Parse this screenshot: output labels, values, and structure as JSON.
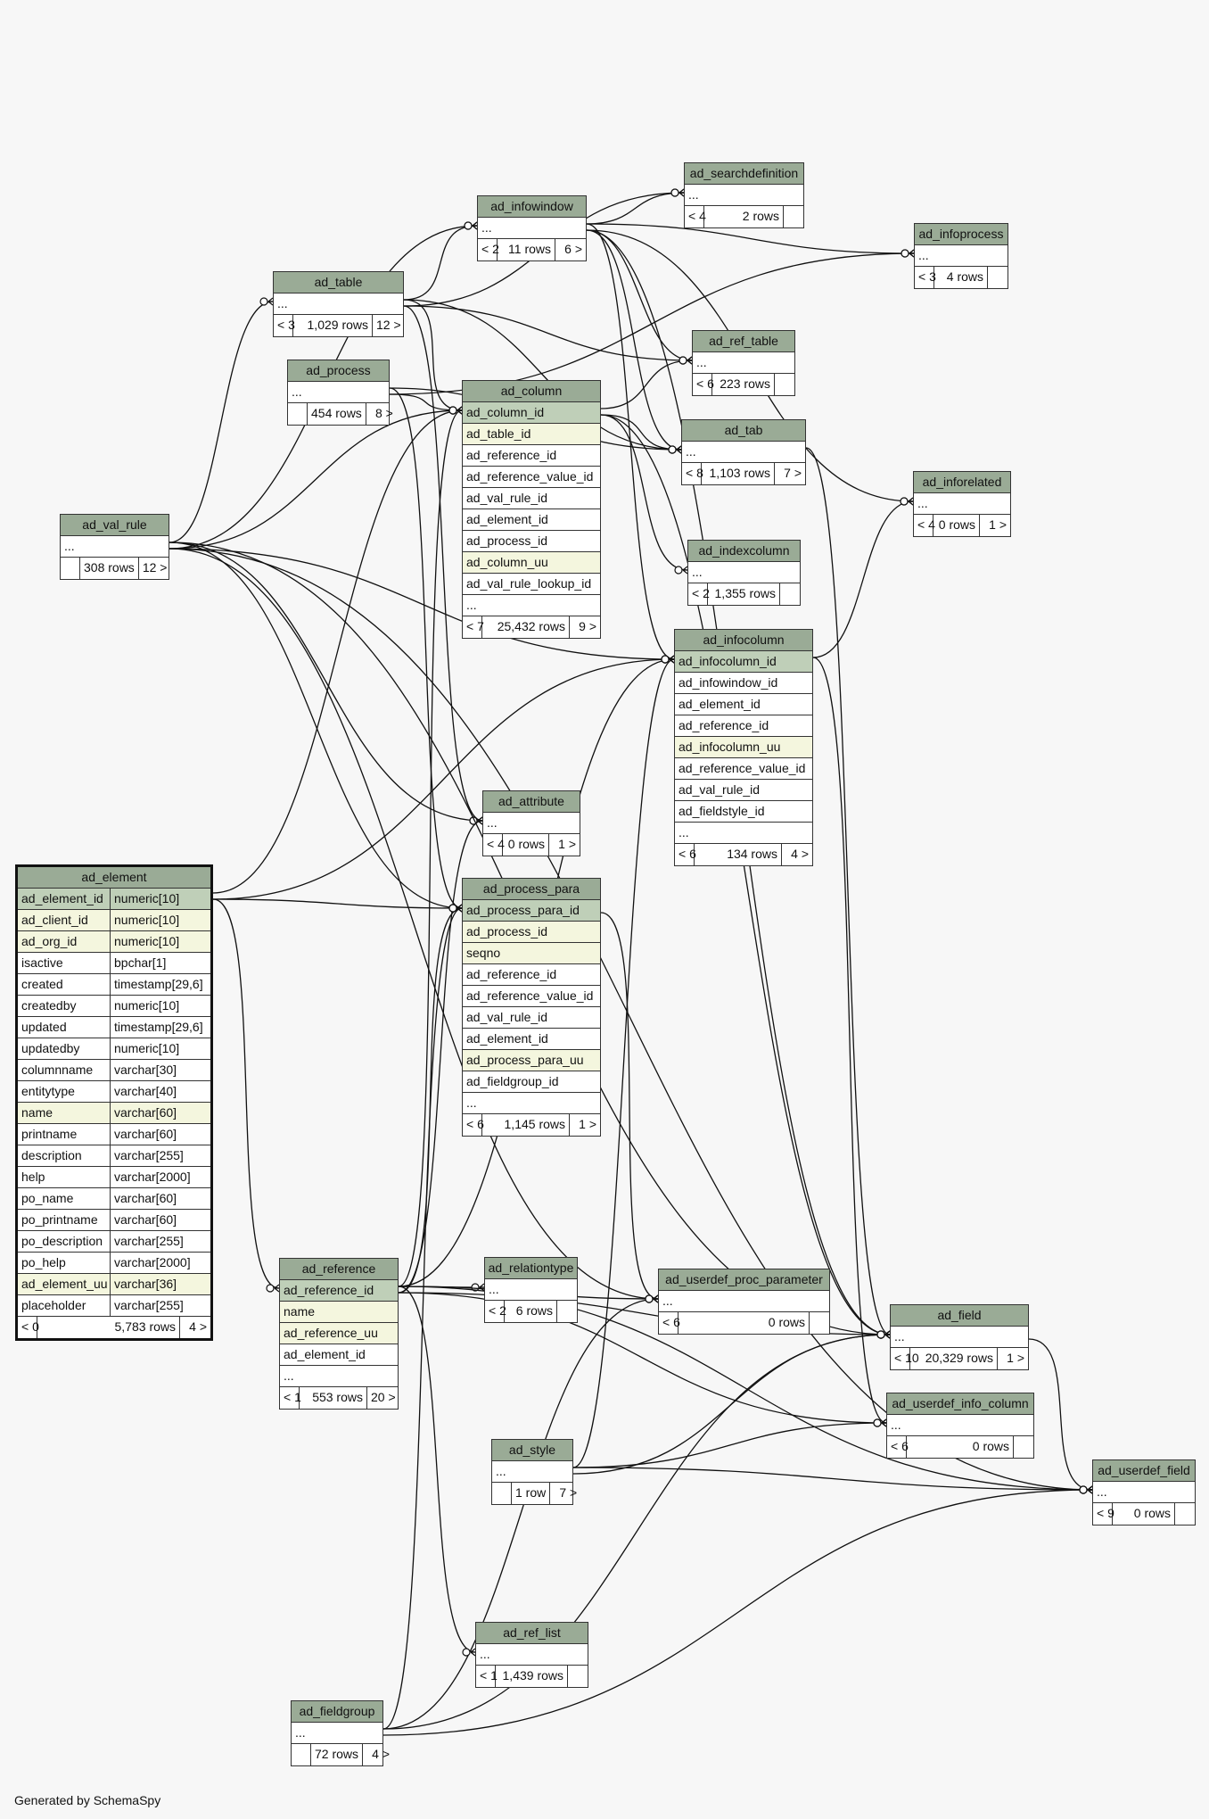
{
  "credit": "Generated by SchemaSpy",
  "colors": {
    "header": "#9aab96",
    "primary_key": "#bfcfb8",
    "foreign_key": "#f4f6de",
    "background": "#f7f7f7"
  },
  "tables": [
    {
      "id": "ad_searchdefinition",
      "name": "ad_searchdefinition",
      "rows": [
        {
          "name": "...",
          "kind": "more"
        }
      ],
      "footer": [
        "< 4",
        "2 rows",
        ""
      ]
    },
    {
      "id": "ad_infowindow",
      "name": "ad_infowindow",
      "rows": [
        {
          "name": "...",
          "kind": "more"
        }
      ],
      "footer": [
        "< 2",
        "11 rows",
        "6 >"
      ]
    },
    {
      "id": "ad_infoprocess",
      "name": "ad_infoprocess",
      "rows": [
        {
          "name": "...",
          "kind": "more"
        }
      ],
      "footer": [
        "< 3",
        "4 rows",
        ""
      ]
    },
    {
      "id": "ad_table",
      "name": "ad_table",
      "rows": [
        {
          "name": "...",
          "kind": "more"
        }
      ],
      "footer": [
        "< 3",
        "1,029 rows",
        "12 >"
      ]
    },
    {
      "id": "ad_process",
      "name": "ad_process",
      "rows": [
        {
          "name": "...",
          "kind": "more"
        }
      ],
      "footer": [
        "",
        "454 rows",
        "8 >"
      ]
    },
    {
      "id": "ad_ref_table",
      "name": "ad_ref_table",
      "rows": [
        {
          "name": "...",
          "kind": "more"
        }
      ],
      "footer": [
        "< 6",
        "223 rows",
        ""
      ]
    },
    {
      "id": "ad_column",
      "name": "ad_column",
      "rows": [
        {
          "name": "ad_column_id",
          "kind": "pk"
        },
        {
          "name": "ad_table_id",
          "kind": "fk"
        },
        {
          "name": "ad_reference_id",
          "kind": "normal"
        },
        {
          "name": "ad_reference_value_id",
          "kind": "normal"
        },
        {
          "name": "ad_val_rule_id",
          "kind": "normal"
        },
        {
          "name": "ad_element_id",
          "kind": "normal"
        },
        {
          "name": "ad_process_id",
          "kind": "normal"
        },
        {
          "name": "ad_column_uu",
          "kind": "fk"
        },
        {
          "name": "ad_val_rule_lookup_id",
          "kind": "normal"
        },
        {
          "name": "...",
          "kind": "more"
        }
      ],
      "footer": [
        "< 7",
        "25,432 rows",
        "9 >"
      ]
    },
    {
      "id": "ad_tab",
      "name": "ad_tab",
      "rows": [
        {
          "name": "...",
          "kind": "more"
        }
      ],
      "footer": [
        "< 8",
        "1,103 rows",
        "7 >"
      ]
    },
    {
      "id": "ad_inforelated",
      "name": "ad_inforelated",
      "rows": [
        {
          "name": "...",
          "kind": "more"
        }
      ],
      "footer": [
        "< 4",
        "0 rows",
        "1 >"
      ]
    },
    {
      "id": "ad_val_rule",
      "name": "ad_val_rule",
      "rows": [
        {
          "name": "...",
          "kind": "more"
        }
      ],
      "footer": [
        "",
        "308 rows",
        "12 >"
      ]
    },
    {
      "id": "ad_indexcolumn",
      "name": "ad_indexcolumn",
      "rows": [
        {
          "name": "...",
          "kind": "more"
        }
      ],
      "footer": [
        "< 2",
        "1,355 rows",
        ""
      ]
    },
    {
      "id": "ad_infocolumn",
      "name": "ad_infocolumn",
      "rows": [
        {
          "name": "ad_infocolumn_id",
          "kind": "pk"
        },
        {
          "name": "ad_infowindow_id",
          "kind": "normal"
        },
        {
          "name": "ad_element_id",
          "kind": "normal"
        },
        {
          "name": "ad_reference_id",
          "kind": "normal"
        },
        {
          "name": "ad_infocolumn_uu",
          "kind": "fk"
        },
        {
          "name": "ad_reference_value_id",
          "kind": "normal"
        },
        {
          "name": "ad_val_rule_id",
          "kind": "normal"
        },
        {
          "name": "ad_fieldstyle_id",
          "kind": "normal"
        },
        {
          "name": "...",
          "kind": "more"
        }
      ],
      "footer": [
        "< 6",
        "134 rows",
        "4 >"
      ]
    },
    {
      "id": "ad_attribute",
      "name": "ad_attribute",
      "rows": [
        {
          "name": "...",
          "kind": "more"
        }
      ],
      "footer": [
        "< 4",
        "0 rows",
        "1 >"
      ]
    },
    {
      "id": "ad_element",
      "name": "ad_element",
      "focus": true,
      "rows": [
        {
          "name": "ad_element_id",
          "type": "numeric[10]",
          "kind": "pk"
        },
        {
          "name": "ad_client_id",
          "type": "numeric[10]",
          "kind": "fk"
        },
        {
          "name": "ad_org_id",
          "type": "numeric[10]",
          "kind": "fk"
        },
        {
          "name": "isactive",
          "type": "bpchar[1]",
          "kind": "normal"
        },
        {
          "name": "created",
          "type": "timestamp[29,6]",
          "kind": "normal"
        },
        {
          "name": "createdby",
          "type": "numeric[10]",
          "kind": "normal"
        },
        {
          "name": "updated",
          "type": "timestamp[29,6]",
          "kind": "normal"
        },
        {
          "name": "updatedby",
          "type": "numeric[10]",
          "kind": "normal"
        },
        {
          "name": "columnname",
          "type": "varchar[30]",
          "kind": "normal"
        },
        {
          "name": "entitytype",
          "type": "varchar[40]",
          "kind": "normal"
        },
        {
          "name": "name",
          "type": "varchar[60]",
          "kind": "fk"
        },
        {
          "name": "printname",
          "type": "varchar[60]",
          "kind": "normal"
        },
        {
          "name": "description",
          "type": "varchar[255]",
          "kind": "normal"
        },
        {
          "name": "help",
          "type": "varchar[2000]",
          "kind": "normal"
        },
        {
          "name": "po_name",
          "type": "varchar[60]",
          "kind": "normal"
        },
        {
          "name": "po_printname",
          "type": "varchar[60]",
          "kind": "normal"
        },
        {
          "name": "po_description",
          "type": "varchar[255]",
          "kind": "normal"
        },
        {
          "name": "po_help",
          "type": "varchar[2000]",
          "kind": "normal"
        },
        {
          "name": "ad_element_uu",
          "type": "varchar[36]",
          "kind": "fk"
        },
        {
          "name": "placeholder",
          "type": "varchar[255]",
          "kind": "normal"
        }
      ],
      "footer": [
        "< 0",
        "5,783 rows",
        "4 >"
      ]
    },
    {
      "id": "ad_process_para",
      "name": "ad_process_para",
      "rows": [
        {
          "name": "ad_process_para_id",
          "kind": "pk"
        },
        {
          "name": "ad_process_id",
          "kind": "fk"
        },
        {
          "name": "seqno",
          "kind": "fk"
        },
        {
          "name": "ad_reference_id",
          "kind": "normal"
        },
        {
          "name": "ad_reference_value_id",
          "kind": "normal"
        },
        {
          "name": "ad_val_rule_id",
          "kind": "normal"
        },
        {
          "name": "ad_element_id",
          "kind": "normal"
        },
        {
          "name": "ad_process_para_uu",
          "kind": "fk"
        },
        {
          "name": "ad_fieldgroup_id",
          "kind": "normal"
        },
        {
          "name": "...",
          "kind": "more"
        }
      ],
      "footer": [
        "< 6",
        "1,145 rows",
        "1 >"
      ]
    },
    {
      "id": "ad_reference",
      "name": "ad_reference",
      "rows": [
        {
          "name": "ad_reference_id",
          "kind": "pk"
        },
        {
          "name": "name",
          "kind": "fk"
        },
        {
          "name": "ad_reference_uu",
          "kind": "fk"
        },
        {
          "name": "ad_element_id",
          "kind": "normal"
        },
        {
          "name": "...",
          "kind": "more"
        }
      ],
      "footer": [
        "< 1",
        "553 rows",
        "20 >"
      ]
    },
    {
      "id": "ad_relationtype",
      "name": "ad_relationtype",
      "rows": [
        {
          "name": "...",
          "kind": "more"
        }
      ],
      "footer": [
        "< 2",
        "6 rows",
        ""
      ]
    },
    {
      "id": "ad_userdef_proc_parameter",
      "name": "ad_userdef_proc_parameter",
      "rows": [
        {
          "name": "...",
          "kind": "more"
        }
      ],
      "footer": [
        "< 6",
        "0 rows",
        ""
      ]
    },
    {
      "id": "ad_field",
      "name": "ad_field",
      "rows": [
        {
          "name": "...",
          "kind": "more"
        }
      ],
      "footer": [
        "< 10",
        "20,329 rows",
        "1 >"
      ]
    },
    {
      "id": "ad_userdef_info_column",
      "name": "ad_userdef_info_column",
      "rows": [
        {
          "name": "...",
          "kind": "more"
        }
      ],
      "footer": [
        "< 6",
        "0 rows",
        ""
      ]
    },
    {
      "id": "ad_style",
      "name": "ad_style",
      "rows": [
        {
          "name": "...",
          "kind": "more"
        }
      ],
      "footer": [
        "",
        "1 row",
        "7 >"
      ]
    },
    {
      "id": "ad_userdef_field",
      "name": "ad_userdef_field",
      "rows": [
        {
          "name": "...",
          "kind": "more"
        }
      ],
      "footer": [
        "< 9",
        "0 rows",
        ""
      ]
    },
    {
      "id": "ad_ref_list",
      "name": "ad_ref_list",
      "rows": [
        {
          "name": "...",
          "kind": "more"
        }
      ],
      "footer": [
        "< 1",
        "1,439 rows",
        ""
      ]
    },
    {
      "id": "ad_fieldgroup",
      "name": "ad_fieldgroup",
      "rows": [
        {
          "name": "...",
          "kind": "more"
        }
      ],
      "footer": [
        "",
        "72 rows",
        "4 >"
      ]
    }
  ],
  "relationships": [
    {
      "from": "ad_infowindow",
      "to": "ad_searchdefinition"
    },
    {
      "from": "ad_table",
      "to": "ad_searchdefinition"
    },
    {
      "from": "ad_infowindow",
      "to": "ad_infoprocess"
    },
    {
      "from": "ad_process",
      "to": "ad_infoprocess"
    },
    {
      "from": "ad_table",
      "to": "ad_infowindow"
    },
    {
      "from": "ad_val_rule",
      "to": "ad_infowindow"
    },
    {
      "from": "ad_val_rule",
      "to": "ad_table"
    },
    {
      "from": "ad_table",
      "to": "ad_ref_table"
    },
    {
      "from": "ad_column",
      "to": "ad_ref_table"
    },
    {
      "from": "ad_infowindow",
      "to": "ad_ref_table"
    },
    {
      "from": "ad_table",
      "to": "ad_tab"
    },
    {
      "from": "ad_column",
      "to": "ad_tab"
    },
    {
      "from": "ad_process",
      "to": "ad_tab"
    },
    {
      "from": "ad_infowindow",
      "to": "ad_tab"
    },
    {
      "from": "ad_table",
      "to": "ad_column"
    },
    {
      "from": "ad_val_rule",
      "to": "ad_column"
    },
    {
      "from": "ad_element",
      "to": "ad_column"
    },
    {
      "from": "ad_process",
      "to": "ad_column"
    },
    {
      "from": "ad_reference",
      "to": "ad_column"
    },
    {
      "from": "ad_infowindow",
      "to": "ad_inforelated"
    },
    {
      "from": "ad_infocolumn",
      "to": "ad_inforelated"
    },
    {
      "from": "ad_column",
      "to": "ad_indexcolumn"
    },
    {
      "from": "ad_infowindow",
      "to": "ad_infocolumn"
    },
    {
      "from": "ad_element",
      "to": "ad_infocolumn"
    },
    {
      "from": "ad_reference",
      "to": "ad_infocolumn"
    },
    {
      "from": "ad_val_rule",
      "to": "ad_infocolumn"
    },
    {
      "from": "ad_style",
      "to": "ad_infocolumn"
    },
    {
      "from": "ad_table",
      "to": "ad_attribute"
    },
    {
      "from": "ad_val_rule",
      "to": "ad_attribute"
    },
    {
      "from": "ad_reference",
      "to": "ad_attribute"
    },
    {
      "from": "ad_process",
      "to": "ad_process_para"
    },
    {
      "from": "ad_reference",
      "to": "ad_process_para"
    },
    {
      "from": "ad_val_rule",
      "to": "ad_process_para"
    },
    {
      "from": "ad_element",
      "to": "ad_process_para"
    },
    {
      "from": "ad_fieldgroup",
      "to": "ad_process_para"
    },
    {
      "from": "ad_element",
      "to": "ad_reference"
    },
    {
      "from": "ad_reference",
      "to": "ad_relationtype"
    },
    {
      "from": "ad_process_para",
      "to": "ad_userdef_proc_parameter"
    },
    {
      "from": "ad_reference",
      "to": "ad_userdef_proc_parameter"
    },
    {
      "from": "ad_val_rule",
      "to": "ad_userdef_proc_parameter"
    },
    {
      "from": "ad_fieldgroup",
      "to": "ad_userdef_proc_parameter"
    },
    {
      "from": "ad_column",
      "to": "ad_field"
    },
    {
      "from": "ad_tab",
      "to": "ad_field"
    },
    {
      "from": "ad_reference",
      "to": "ad_field"
    },
    {
      "from": "ad_val_rule",
      "to": "ad_field"
    },
    {
      "from": "ad_style",
      "to": "ad_field"
    },
    {
      "from": "ad_fieldgroup",
      "to": "ad_field"
    },
    {
      "from": "ad_infowindow",
      "to": "ad_field"
    },
    {
      "from": "ad_infocolumn",
      "to": "ad_userdef_info_column"
    },
    {
      "from": "ad_reference",
      "to": "ad_userdef_info_column"
    },
    {
      "from": "ad_style",
      "to": "ad_userdef_info_column"
    },
    {
      "from": "ad_field",
      "to": "ad_userdef_field"
    },
    {
      "from": "ad_reference",
      "to": "ad_userdef_field"
    },
    {
      "from": "ad_val_rule",
      "to": "ad_userdef_field"
    },
    {
      "from": "ad_style",
      "to": "ad_userdef_field"
    },
    {
      "from": "ad_fieldgroup",
      "to": "ad_userdef_field"
    },
    {
      "from": "ad_reference",
      "to": "ad_ref_list"
    }
  ]
}
